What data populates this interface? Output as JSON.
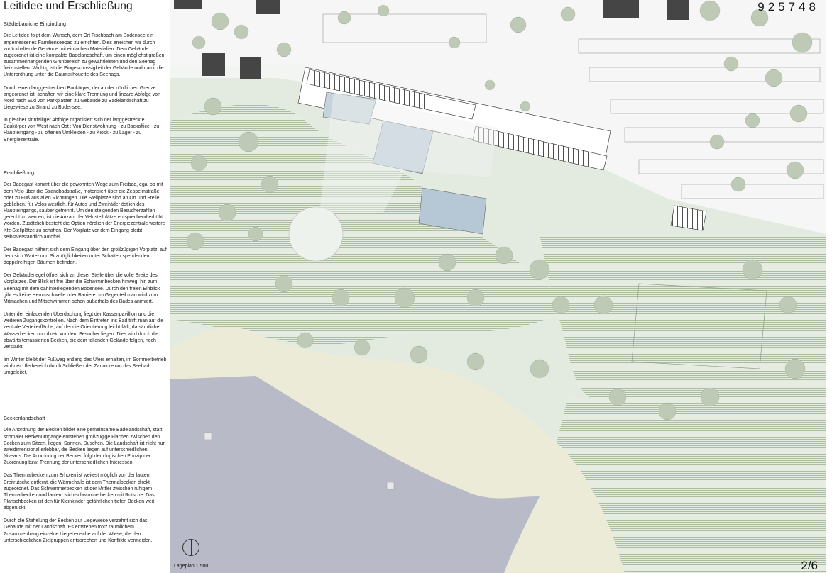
{
  "title": "Leitidee und Erschließung",
  "project_code": "925748",
  "page_number": "2/6",
  "plan_caption": "Lageplan 1:500",
  "sections": [
    {
      "heading": "Städtebauliche Einbindung",
      "paragraphs": [
        "Die Leitidee folgt dem Wunsch, dem Ort Fischbach am Bodensee ein angemessenes Familienseebad zu errichten. Dies erreichen wir durch zurückhaltende Gebäude mit einfachen Materialien. Dem Gebäude zugeordnet ist eine kompakte Badelandschaft, um einen möglichst großen, zusammenhängenden Grünbereich zu gewährleisten und den Seehag freizustellen. Wichtig ist die Eingeschossigkeit der Gebäude und damit die Unterordnung unter die Baumsilhouette des Seehags.",
        "Durch einen langgestreckten Baukörper, der an der nördlichen Grenze angeordnet ist, schaffen wir eine klare Trennung und lineare Abfolge von Nord nach Süd von Parkplätzen zu Gebäude zu Badelandschaft zu Liegewiese zu Strand zu Bodensee.",
        "In gleicher sinnfälliger Abfolge organisiert sich der langgestreckte Baukörper von West nach Ost : Von Dienstwohnung - zu Backoffice - zu Haupteingang - zu offenen Umkleiden - zu Kiosk - zu Lager - zu Energiezentrale."
      ]
    },
    {
      "heading": "Erschließung",
      "paragraphs": [
        "Der Badegast kommt über die gewohnten Wege zum Freibad, egal ob mit dem Velo über die Strandbadstraße, motorisiert über die Zeppelinstraße oder zu Fuß aus allen Richtungen. Die Stellplätze sind an Ort und Stelle geblieben, für Velos westlich, für Autos und Zweiräder östlich des Haupteingangs, sauber getrennt. Um den steigenden Besucherzahlen gerecht zu werden, ist die Anzahl der Velostellplätze entsprechend erhöht worden. Zusätzlich besteht die Option nördlich der Energiezentrale weitere Kfz-Stellplätze zu schaffen. Der Vorplatz vor dem Eingang bleibt selbstverständlich autofrei.",
        "Der Badegast nähert sich dem Eingang über den großzügigen Vorplatz, auf dem sich Warte- und Sitzmöglichkeiten unter Schatten spendenden, doppelreihigen Bäumen befinden.",
        "Der Gebäuderiegel öffnet sich an dieser Stelle über die volle Breite des Vorplatzes. Der Blick ist frei über die Schwimmbecken hinweg, hin zum Seehag mit dem dahinterliegenden Bodensee. Durch den freien Einblick gibt es keine Hemmschwelle oder Barriere. Im Gegenteil man wird zum Mitmachen und Mitschwimmen schon außerhalb des Bades animiert.",
        "Unter der einladenden Überdachung liegt der Kassenpavillion und die weiteren Zugangskontrollen. Nach dem Eintreten ins Bad trifft man auf die zentrale Verteilerfläche, auf der die Orientierung leicht fällt, da sämtliche Wasserbecken nun direkt vor dem Besucher liegen. Dies wird durch die abwärts terrassierten Becken, die dem fallenden Gelände folgen, noch verstärkt.",
        "Im Winter bleibt der Fußweg entlang des Ufers erhalten, im Sommerbetrieb wird der Uferbereich durch Schließen der Zauntore um das Seebad umgeleitet."
      ]
    },
    {
      "heading": "Beckenlandschaft",
      "paragraphs": [
        "Die Anordnung der Becken bildet eine gemeinsame Badelandschaft, statt schmaler Beckenumgänge entstehen großzügige Flächen zwischen den Becken zum Sitzen, liegen, Sonnen, Duschen. Die Landschaft ist nicht nur zweidimensional erlebbar, die Becken liegen auf unterschiedlichen Niveaus. Die Anordnung der Becken folgt dem logischen Prinzip der Zuordnung bzw. Trennung der unterschiedlichen Interessen.",
        "Das Thermalbecken zum Erholen ist weitest möglich von der lauten Breitrutsche entfernt, die Wärmehalle ist dem Thermalbecken direkt zugeordnet. Das Schwimmerbecken ist der Mittler zwischen ruhigem Thermalbecken und lautem Nichtschwimmerbecken mit Rutsche. Das Planschbecken ist den für Kleinkinder gefährlichen tiefen Becken weit abgerückt.",
        "Durch die Staffelung der Becken zur Liegewiese verzahnt sich das Gebaude mit der Landschaft. Es entstehen trotz räumlichem Zusammenhang einzelne Liegebereiche auf der Wiese, die den unterschiedlichen Zielgruppen entsprechen und Konflikte vermeiden."
      ]
    }
  ],
  "colors": {
    "lake": "#b7b9c6",
    "beach": "#ebe9d6",
    "lawn": "#dfe8dc",
    "hatch": "#8fa584",
    "building": "#4a4a4a",
    "pool": "#b9c9d6"
  }
}
